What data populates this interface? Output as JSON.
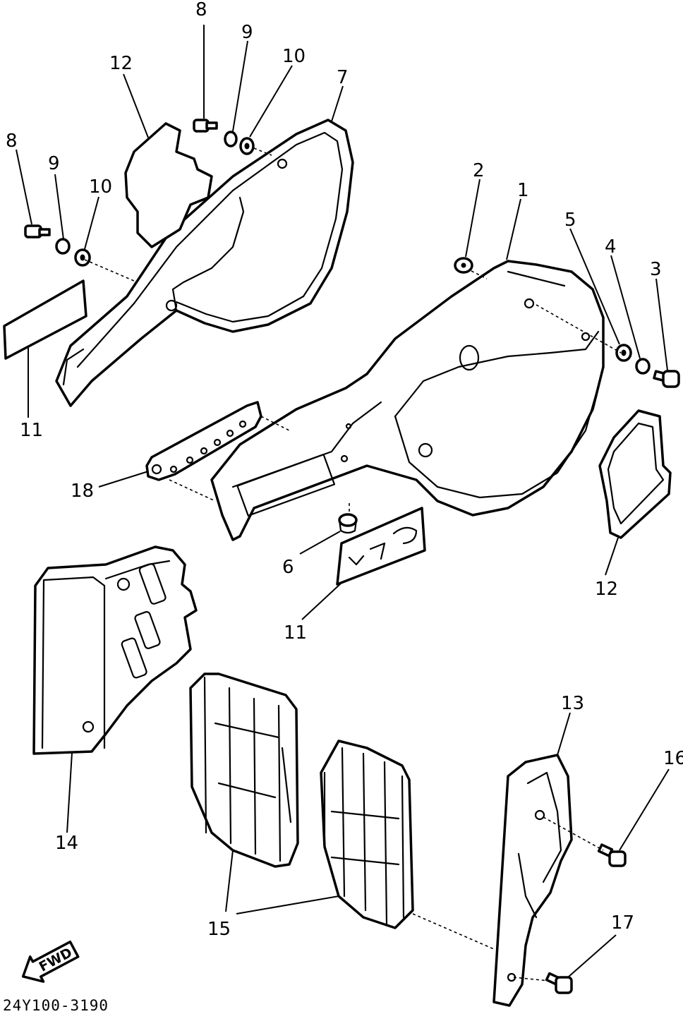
{
  "part_labels": {
    "p1": "1",
    "p2": "2",
    "p3": "3",
    "p4": "4",
    "p5": "5",
    "p6": "6",
    "p7": "7",
    "p8a": "8",
    "p8b": "8",
    "p9a": "9",
    "p9b": "9",
    "p10a": "10",
    "p10b": "10",
    "p11a": "11",
    "p11b": "11",
    "p12a": "12",
    "p12b": "12",
    "p13": "13",
    "p14": "14",
    "p15": "15",
    "p16": "16",
    "p17": "17",
    "p18": "18"
  },
  "direction_arrow": {
    "label": "FWD"
  },
  "diagram_code": "24Y100-3190"
}
